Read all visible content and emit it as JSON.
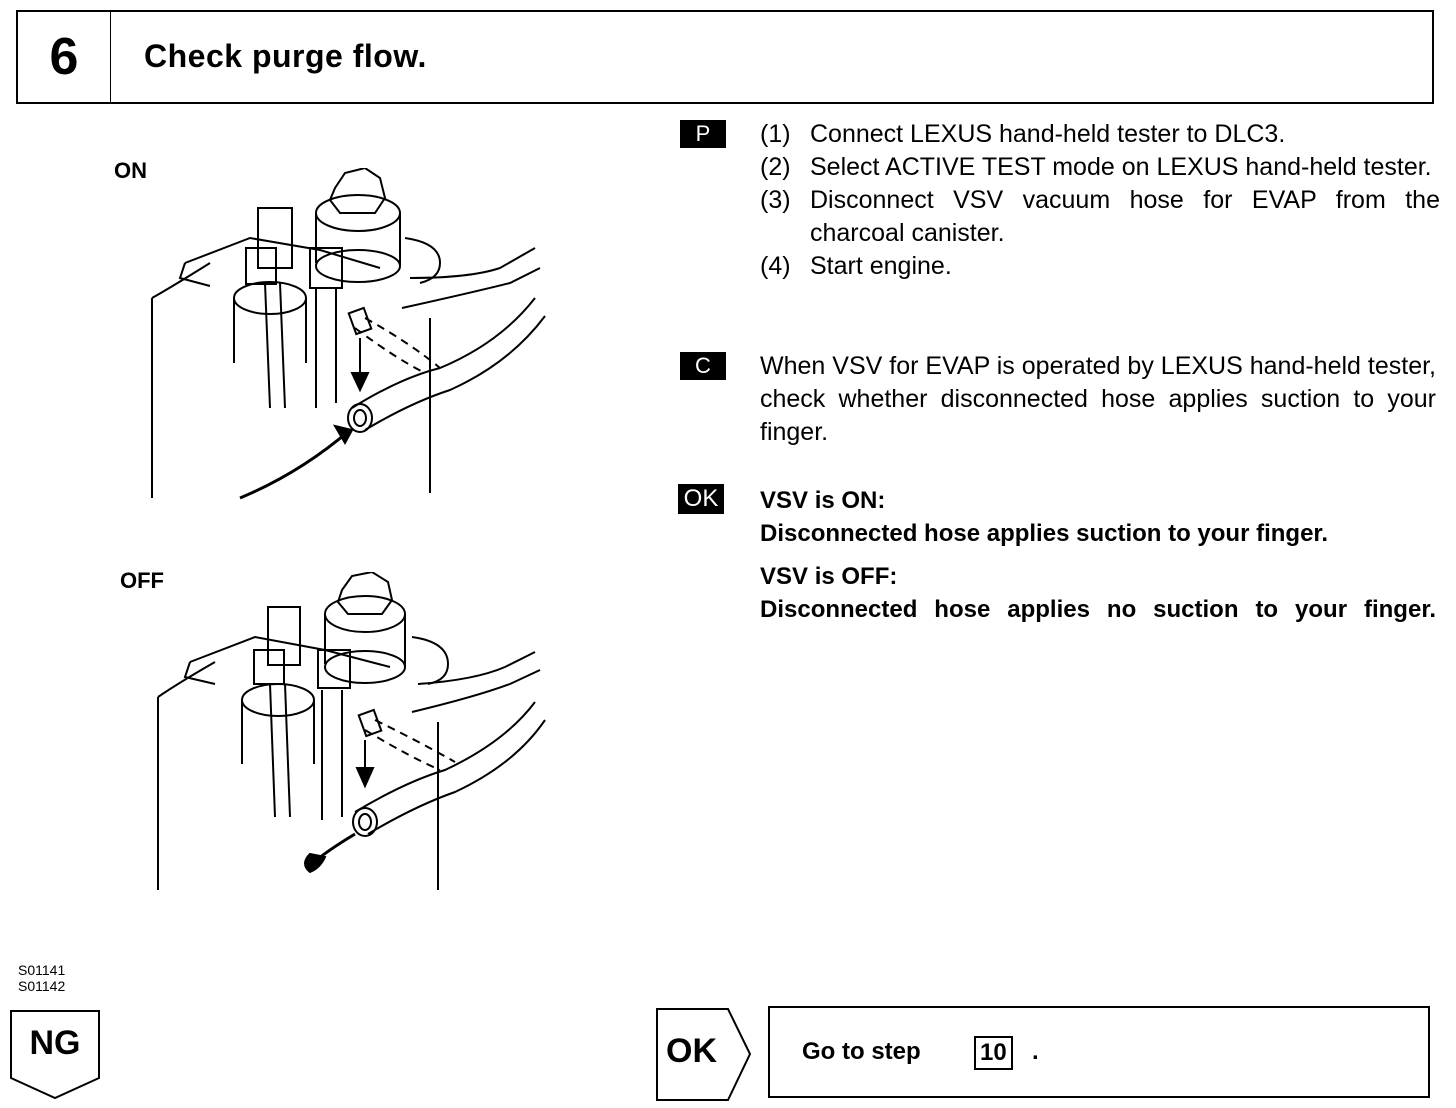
{
  "header": {
    "step_number": "6",
    "title": "Check purge flow."
  },
  "figures": {
    "on_label": "ON",
    "off_label": "OFF",
    "codes": [
      "S01141",
      "S01142"
    ]
  },
  "tags": {
    "prepare": "P",
    "check": "C",
    "ok": "OK"
  },
  "procedure": [
    {
      "num": "(1)",
      "text": "Connect LEXUS hand-held tester to DLC3."
    },
    {
      "num": "(2)",
      "text": "Select ACTIVE TEST mode on LEXUS hand-held tester."
    },
    {
      "num": "(3)",
      "text": "Disconnect VSV vacuum hose for EVAP from the charcoal canister."
    },
    {
      "num": "(4)",
      "text": "Start engine."
    }
  ],
  "check_text": "When VSV for EVAP is operated by LEXUS hand-held tester, check whether disconnected hose applies suction to your finger.",
  "ok_criteria": {
    "on_title": "VSV is ON:",
    "on_text": "Disconnected hose applies suction to your finger.",
    "off_title": "VSV is OFF:",
    "off_text": "Disconnected hose applies no suction to your finger."
  },
  "result": {
    "ng_label": "NG",
    "ok_label": "OK",
    "goto_text": "Go to step",
    "goto_step": "10",
    "goto_suffix": "."
  }
}
